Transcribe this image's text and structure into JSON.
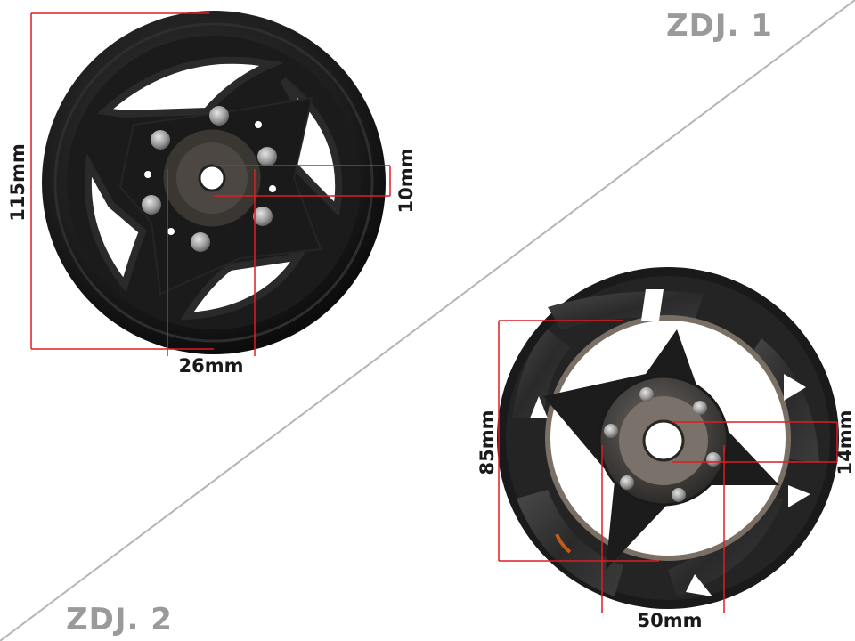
{
  "photo_labels": {
    "top_right": "ZDJ. 1",
    "bottom_left": "ZDJ. 2"
  },
  "flywheel_1": {
    "outer_diameter": "115mm",
    "hub_width": "26mm",
    "shaft_hole": "10mm"
  },
  "flywheel_2": {
    "magnet_ring_diameter": "85mm",
    "hub_width": "50mm",
    "shaft_hole": "14mm"
  },
  "colors": {
    "dimension_line": "#e11b22",
    "label_text": "#1a1a1a",
    "tag_text": "#9a9a9a",
    "divider": "#b5b5b5"
  }
}
